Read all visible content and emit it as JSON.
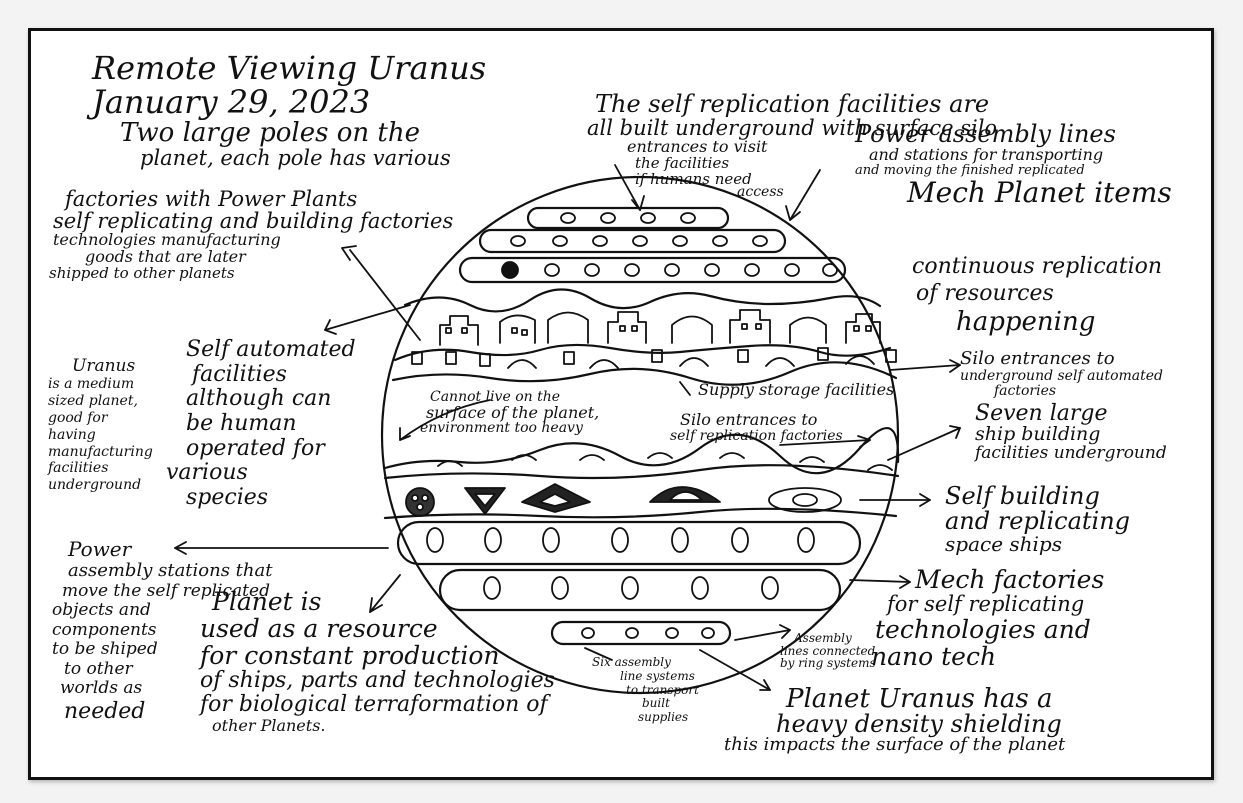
{
  "title_lines": [
    "Remote Viewing Uranus",
    "January 29, 2023"
  ],
  "notes": {
    "poles": [
      "Two large poles on the",
      "planet, each pole has various",
      "factories with Power Plants",
      "self replicating and building factories",
      "technologies manufacturing",
      "goods that are later",
      "shipped to other planets"
    ],
    "self_rep_top": [
      "The self replication facilities are",
      "all built underground with surface silo",
      "entrances to visit",
      "the facilities",
      "if humans need",
      "access"
    ],
    "power_lines": [
      "Power assembly lines",
      "and stations for transporting",
      "and moving the finished replicated",
      "Mech Planet items"
    ],
    "continuous": [
      "continuous replication",
      "of resources",
      "happening"
    ],
    "uranus_medium": [
      "Uranus",
      "is a medium",
      "sized planet,",
      "good for",
      "having",
      "manufacturing",
      "facilities",
      "underground"
    ],
    "self_automated": [
      "Self automated",
      "facilities",
      "although can",
      "be human",
      "operated for",
      "various",
      "species"
    ],
    "silo_entrances": [
      "Silo entrances to",
      "underground self automated",
      "factories"
    ],
    "cannot_live": [
      "Cannot live on the",
      "surface of the planet,",
      "environment too heavy"
    ],
    "supply": "Supply storage facilities",
    "silo_self_rep": [
      "Silo entrances to",
      "self replication factories"
    ],
    "seven_ships": [
      "Seven large",
      "ship building",
      "facilities underground"
    ],
    "self_building": [
      "Self building",
      "and replicating",
      "space ships"
    ],
    "power_stations": [
      "Power",
      "assembly stations that",
      "move the self replicated",
      "objects and",
      "components",
      "to be shiped",
      "to other",
      "worlds as",
      "needed"
    ],
    "planet_resource": [
      "Planet is",
      "used as a resource",
      "for constant production",
      "of ships, parts and technologies",
      "for biological terraformation of",
      "other Planets."
    ],
    "mech_factories": [
      "Mech factories",
      "for self replicating",
      "technologies and",
      "nano tech"
    ],
    "assembly_ring": [
      "Assembly",
      "lines connected",
      "by ring systems"
    ],
    "six_assembly": [
      "Six assembly",
      "line systems",
      "to transport",
      "built",
      "supplies"
    ],
    "heavy_density": [
      "Planet Uranus has a",
      "heavy density shielding",
      "this impacts the surface of the planet"
    ]
  }
}
